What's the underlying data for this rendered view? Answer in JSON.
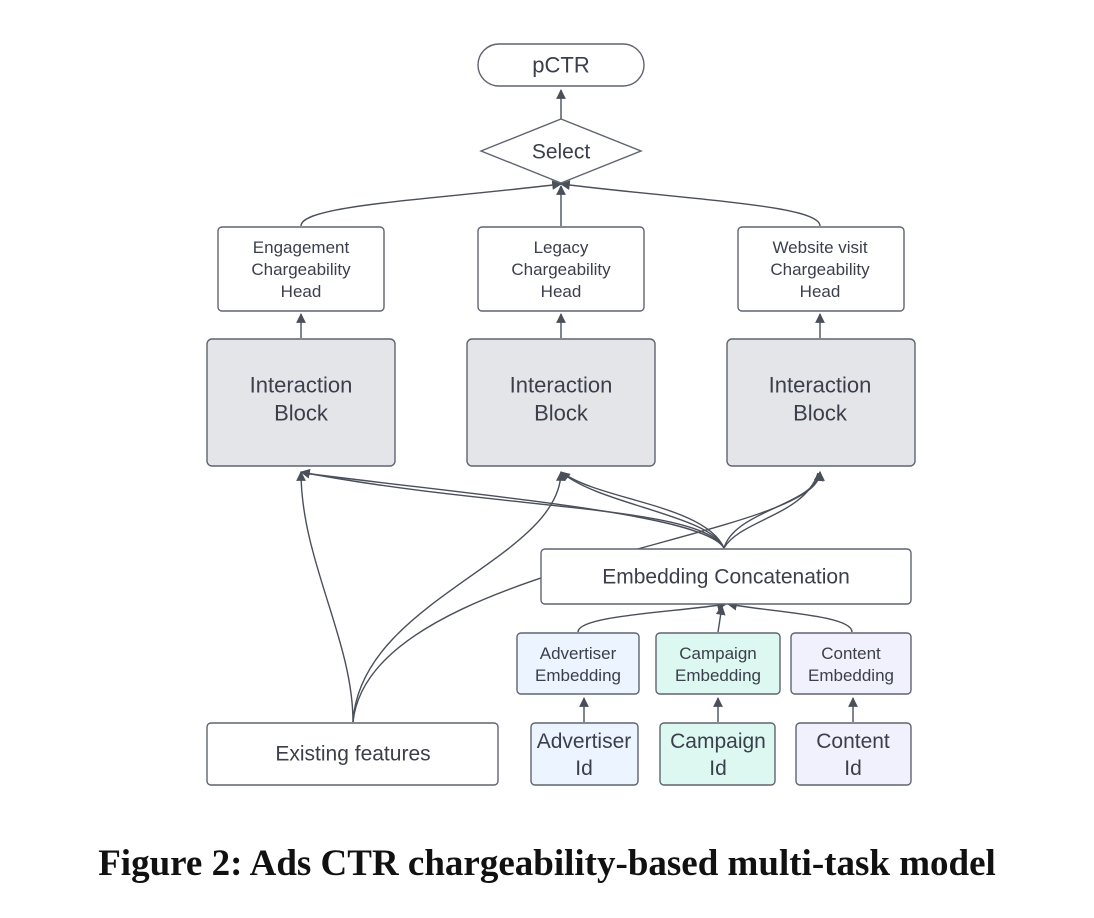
{
  "nodes": {
    "pctr": {
      "lines": [
        "pCTR"
      ]
    },
    "select": {
      "lines": [
        "Select"
      ]
    },
    "head_engagement": {
      "lines": [
        "Engagement",
        "Chargeability",
        "Head"
      ]
    },
    "head_legacy": {
      "lines": [
        "Legacy",
        "Chargeability",
        "Head"
      ]
    },
    "head_website": {
      "lines": [
        "Website visit",
        "Chargeability",
        "Head"
      ]
    },
    "block_1": {
      "lines": [
        "Interaction",
        "Block"
      ]
    },
    "block_2": {
      "lines": [
        "Interaction",
        "Block"
      ]
    },
    "block_3": {
      "lines": [
        "Interaction",
        "Block"
      ]
    },
    "embedding_concat": {
      "lines": [
        "Embedding Concatenation"
      ]
    },
    "emb_advertiser": {
      "lines": [
        "Advertiser",
        "Embedding"
      ]
    },
    "emb_campaign": {
      "lines": [
        "Campaign",
        "Embedding"
      ]
    },
    "emb_content": {
      "lines": [
        "Content",
        "Embedding"
      ]
    },
    "existing_features": {
      "lines": [
        "Existing features"
      ]
    },
    "id_advertiser": {
      "lines": [
        "Advertiser",
        "Id"
      ]
    },
    "id_campaign": {
      "lines": [
        "Campaign",
        "Id"
      ]
    },
    "id_content": {
      "lines": [
        "Content",
        "Id"
      ]
    }
  },
  "colors": {
    "block_fill": "#e3e5e9",
    "advertiser_fill": "#ecf4ff",
    "campaign_fill": "#dcf8f1",
    "content_fill": "#f1f0fd",
    "stroke": "#5f6470",
    "edge": "#4a4f5a"
  },
  "caption": "Figure 2: Ads CTR chargeability-based multi-task model"
}
